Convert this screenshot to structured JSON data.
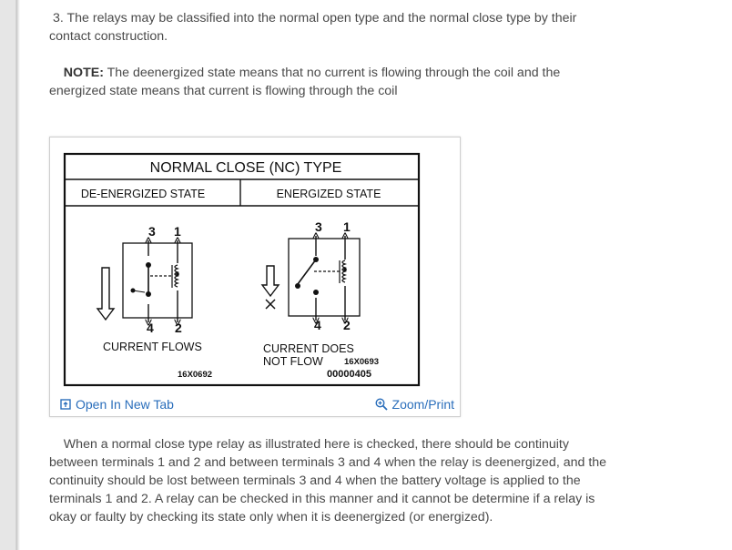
{
  "paragraphs": {
    "item3": "3. The relays may be classified into the normal open type and the normal close type by their contact construction.",
    "note_label": "NOTE:",
    "note_text": "The deenergized state means that no current is flowing through the coil and the energized state means that current is flowing through the coil",
    "body": "When a normal close type relay as illustrated here is checked, there should be continuity between terminals 1 and 2 and between terminals 3 and 4 when the relay is deenergized, and the continuity should be lost between terminals 3 and 4 when the battery voltage is applied to the terminals 1 and 2. A relay can be checked in this manner and it cannot be determine if a relay is okay or faulty by checking its state only when it is deenergized (or energized)."
  },
  "figure": {
    "title": "NORMAL CLOSE (NC) TYPE",
    "left": {
      "header": "DE-ENERGIZED STATE",
      "top_terminals": [
        "3",
        "1"
      ],
      "bottom_terminals": [
        "4",
        "2"
      ],
      "caption": "CURRENT FLOWS",
      "code": "16X0692"
    },
    "right": {
      "header": "ENERGIZED STATE",
      "top_terminals": [
        "3",
        "1"
      ],
      "bottom_terminals": [
        "4",
        "2"
      ],
      "caption_line1": "CURRENT DOES",
      "caption_line2": "NOT FLOW",
      "code": "16X0693",
      "number": "00000405"
    },
    "open_new_tab": "Open In New Tab",
    "zoom_print": "Zoom/Print",
    "link_color": "#2a6ebb",
    "icons": [
      "open-new-tab-icon",
      "zoom-icon"
    ]
  }
}
